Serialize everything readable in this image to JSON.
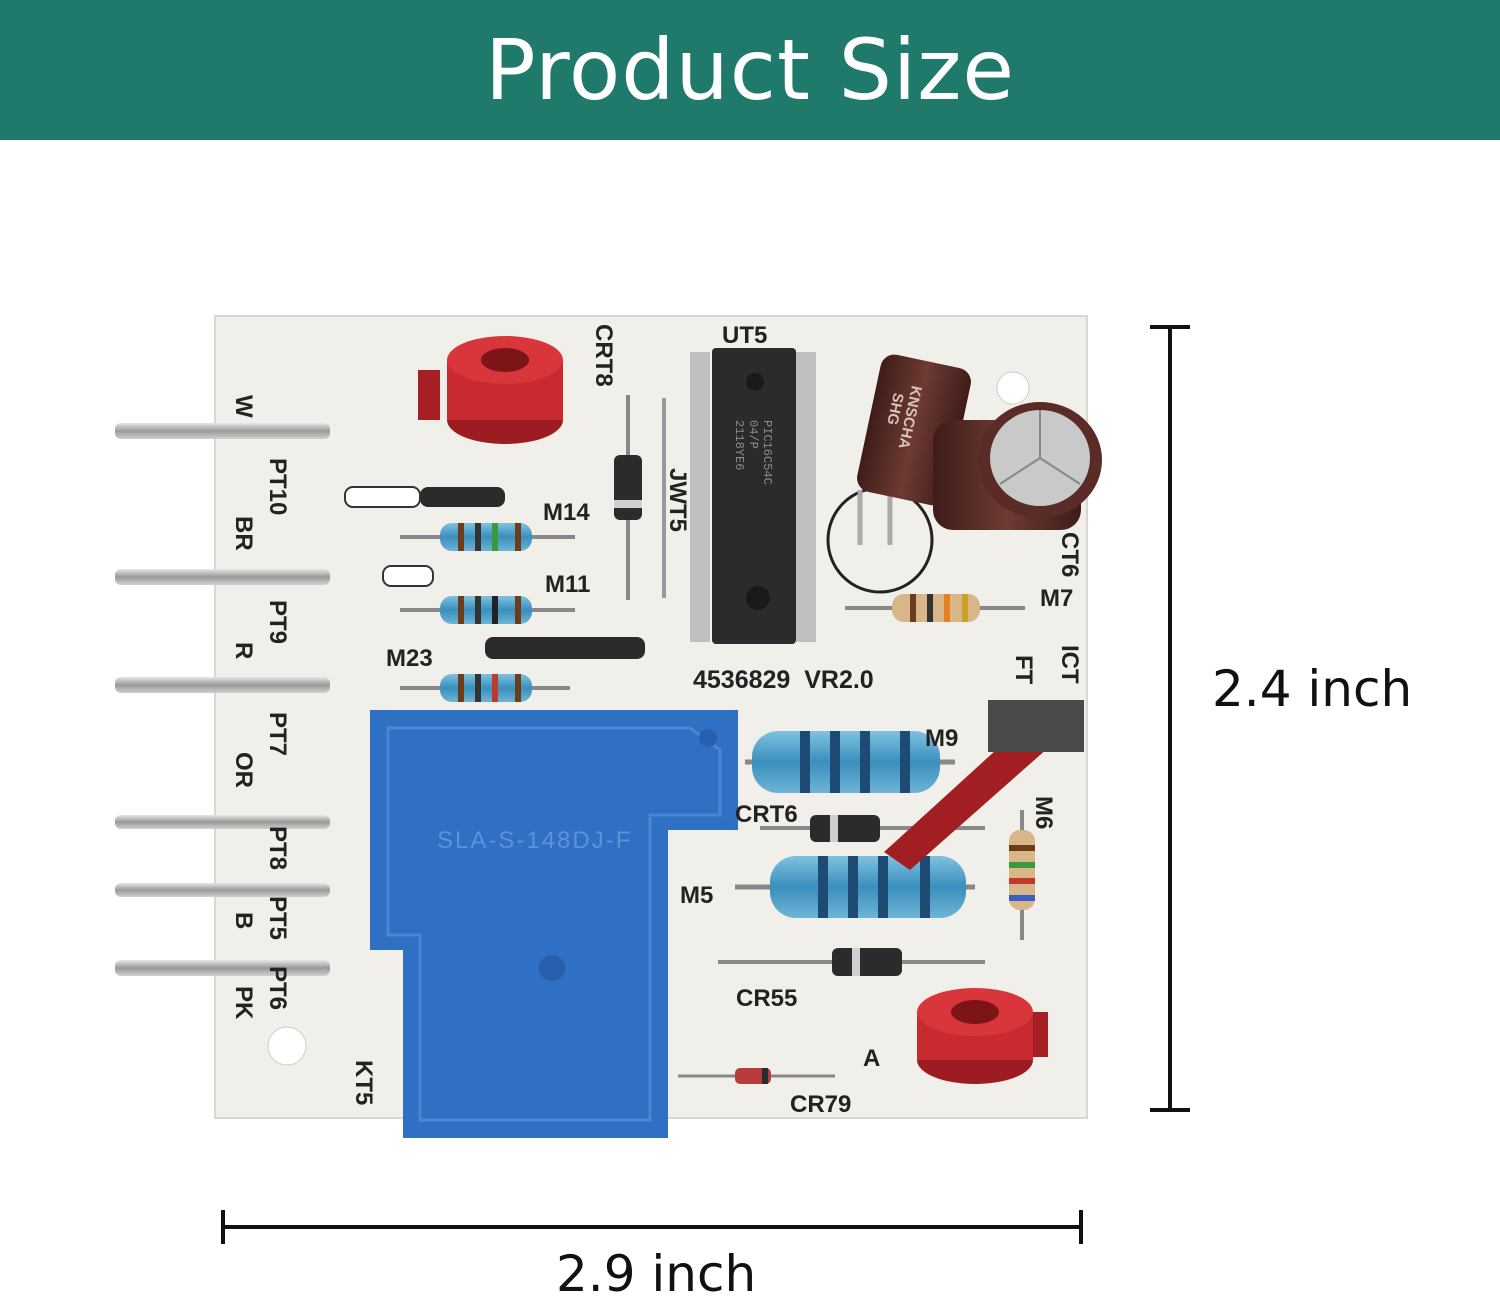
{
  "header": {
    "title": "Product Size",
    "background_color": "#1f7a6c",
    "text_color": "#ffffff"
  },
  "board": {
    "model_text": "4536829  VR2.0",
    "chip_label": "UT5",
    "chip_marking": [
      "PIC16C54C",
      "04/P",
      "2118YE6"
    ],
    "relay_marking": [
      "SLA-S-148DJ-F"
    ],
    "terminal_labels": [
      "W",
      "PT10",
      "BR",
      "PT9",
      "R",
      "PT7",
      "OR",
      "PT8",
      "PT5",
      "B",
      "PK",
      "PT6"
    ],
    "component_labels": [
      "CRT8",
      "JWT5",
      "M14",
      "M11",
      "M23",
      "M7",
      "CT6",
      "ICT",
      "FT",
      "M9",
      "CRT6",
      "M6",
      "M5",
      "CR55",
      "CR79",
      "A",
      "KT5"
    ],
    "capacitor_marking": [
      "KNSCHA",
      "SHG"
    ],
    "colors": {
      "pcb": "#f1efe9",
      "relay": "#2f6fc4",
      "post": "#c72a2f",
      "chip": "#2b2b2b",
      "capacitor": "#5a2b27"
    }
  },
  "dimensions": {
    "height_label": "2.4 inch",
    "width_label": "2.9 inch"
  }
}
